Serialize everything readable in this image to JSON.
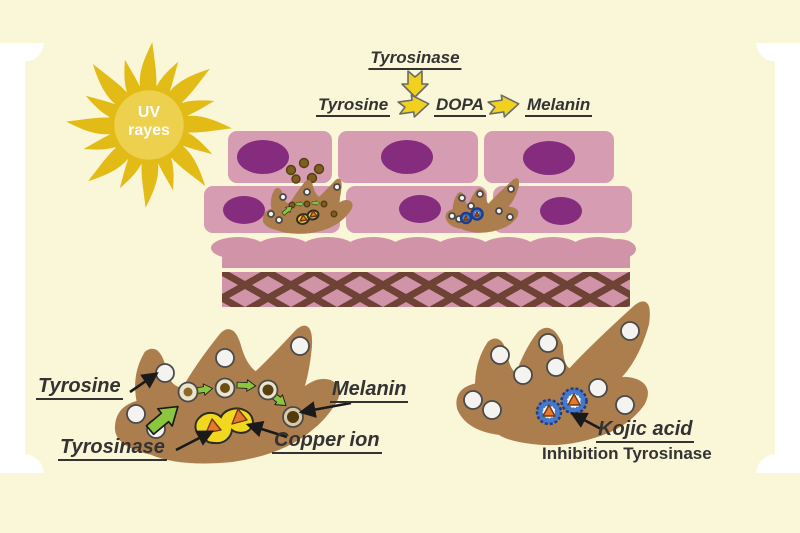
{
  "pathway": {
    "enzyme_label": "Tyrosinase",
    "substrate": "Tyrosine",
    "intermediate": "DOPA",
    "product": "Melanin"
  },
  "sun": {
    "line1": "UV",
    "line2": "rayes"
  },
  "left_melanocyte": {
    "tyrosine_label": "Tyrosine",
    "tyrosinase_label": "Tyrosinase",
    "copper_label": "Copper ion",
    "melanin_label": "Melanin"
  },
  "right_melanocyte": {
    "kojic_label": "Kojic acid",
    "inhibition_label": "Inhibition Tyrosinase"
  },
  "colors": {
    "panel_cream": "#FAF6D8",
    "cell_pink": "#D69CB2",
    "nucleus_purple": "#852C7E",
    "dermis_pink": "#D193A8",
    "lattice_brown": "#6F4236",
    "melanocyte_brown": "#AC7E4E",
    "sun_gold": "#E2BB16",
    "sun_center": "#EDD04E",
    "enzyme_yellow": "#F2D71F",
    "copper_orange": "#E8762B",
    "kojic_blue": "#4878C8",
    "arrow_green": "#8CC63E",
    "arrow_yellow": "#EFD11E",
    "text": "#333333"
  }
}
